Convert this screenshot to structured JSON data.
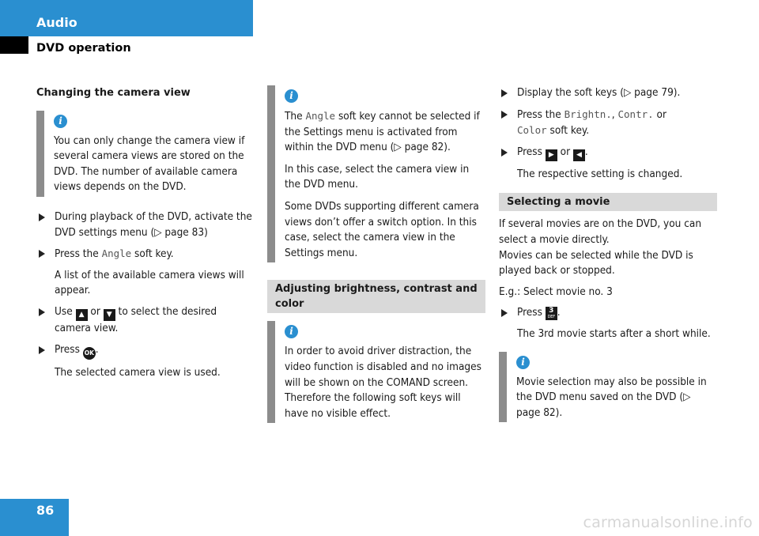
{
  "header": {
    "title": "Audio",
    "section": "DVD operation"
  },
  "footer": {
    "page_number": "86",
    "watermark": "carmanualsonline.info"
  },
  "col1": {
    "heading": "Changing the camera view",
    "info": "You can only change the camera view if several camera views are stored on the DVD. The number of available camera views depends on the DVD.",
    "step1": "During playback of the DVD, activate the DVD settings menu (▷ page 83)",
    "step2_pre": "Press the ",
    "step2_code": "Angle",
    "step2_post": " soft key.",
    "step2_note": "A list of the available camera views will appear.",
    "step3_a": "Use ",
    "step3_b": " or ",
    "step3_c": " to select the desired camera view.",
    "step4_a": "Press ",
    "step4_b": ".",
    "step4_note": "The selected camera view is used."
  },
  "col2": {
    "info_p1_a": "The ",
    "info_p1_code": "Angle",
    "info_p1_b": " soft key cannot be selected if the Settings menu is activated from within the DVD menu (▷ page 82).",
    "info_p2": "In this case, select the camera view in the DVD menu.",
    "info_p3": "Some DVDs supporting different camera views don’t offer a switch option. In this case, select the camera view in the Settings menu.",
    "heading": "Adjusting brightness, contrast and color",
    "info2": "In order to avoid driver distraction, the video function is disabled and no images will be shown on the COMAND screen. Therefore the following soft keys will have no visible effect."
  },
  "col3": {
    "step1": "Display the soft keys (▷ page 79).",
    "step2_a": "Press the ",
    "step2_code1": "Brightn.",
    "step2_sep": ", ",
    "step2_code2": "Contr.",
    "step2_or": " or ",
    "step2_code3": "Color",
    "step2_post": " soft key.",
    "step3_a": "Press ",
    "step3_b": " or ",
    "step3_c": ".",
    "step3_note": "The respective setting is changed.",
    "heading": "Selecting a movie",
    "para1_line1": "If several movies are on the DVD, you can select a movie directly.",
    "para1_line2": "Movies can be selected while the DVD is played back or stopped.",
    "para2": "E.g.: Select movie no. 3",
    "step4_a": "Press ",
    "step4_b": ".",
    "step4_note": "The 3rd movie starts after a short while.",
    "info": "Movie selection may also be possible in the DVD menu saved on the DVD (▷ page 82)."
  },
  "keys": {
    "up": "▲",
    "down": "▼",
    "right": "▶",
    "left": "◀",
    "ok": "OK",
    "num3_digit": "3",
    "num3_letters": "DEF"
  },
  "icons": {
    "info": "i"
  }
}
